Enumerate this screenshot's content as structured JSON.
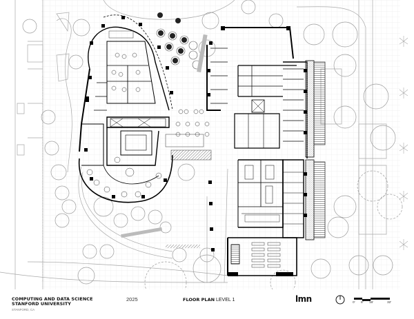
{
  "title_block": {
    "project_line1": "COMPUTING AND DATA SCIENCE",
    "project_line2": "STANFORD UNIVERSITY",
    "location": "STANFORD, CA",
    "year": "2025",
    "sheet_title_bold": "FLOOR PLAN",
    "sheet_title_level": "LEVEL 1",
    "firm_logo": "lmn"
  },
  "north_arrow": {
    "icon": "north-arrow-icon"
  },
  "scale_bar": {
    "labels": [
      "0'",
      "8'",
      "16'",
      "32'"
    ],
    "unit": "feet"
  },
  "plan": {
    "type": "architectural floor plan",
    "level": "Level 1",
    "colors": {
      "walls": "#000000",
      "landscape": "#9a9a9a",
      "grid": "#dddddd",
      "background": "#ffffff"
    }
  }
}
